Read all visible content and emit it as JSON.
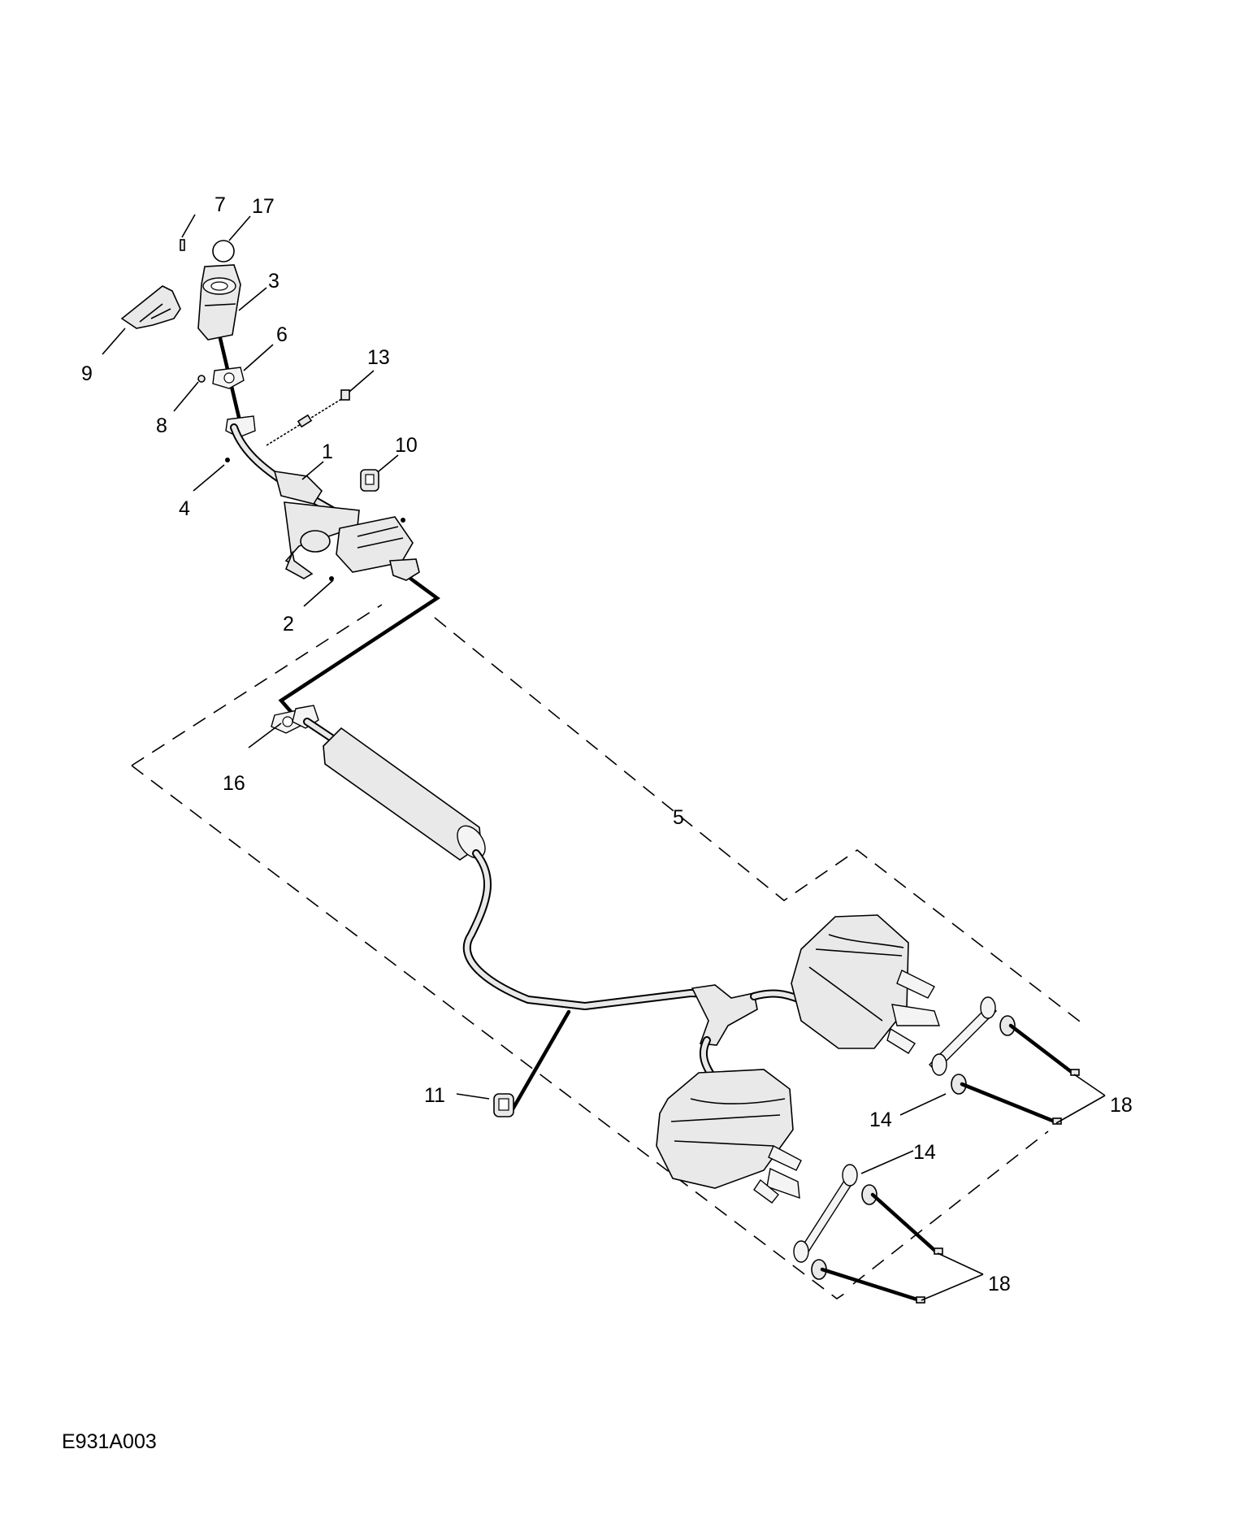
{
  "reference_code": "E931A003",
  "callouts": [
    {
      "id": "c7",
      "text": "7"
    },
    {
      "id": "c17",
      "text": "17"
    },
    {
      "id": "c3",
      "text": "3"
    },
    {
      "id": "c9",
      "text": "9"
    },
    {
      "id": "c6",
      "text": "6"
    },
    {
      "id": "c13",
      "text": "13"
    },
    {
      "id": "c8",
      "text": "8"
    },
    {
      "id": "c1",
      "text": "1"
    },
    {
      "id": "c10",
      "text": "10"
    },
    {
      "id": "c4",
      "text": "4"
    },
    {
      "id": "c2",
      "text": "2"
    },
    {
      "id": "c16",
      "text": "16"
    },
    {
      "id": "c5",
      "text": "5"
    },
    {
      "id": "c11",
      "text": "11"
    },
    {
      "id": "c14a",
      "text": "14"
    },
    {
      "id": "c14b",
      "text": "14"
    },
    {
      "id": "c18a",
      "text": "18"
    },
    {
      "id": "c18b",
      "text": "18"
    }
  ]
}
